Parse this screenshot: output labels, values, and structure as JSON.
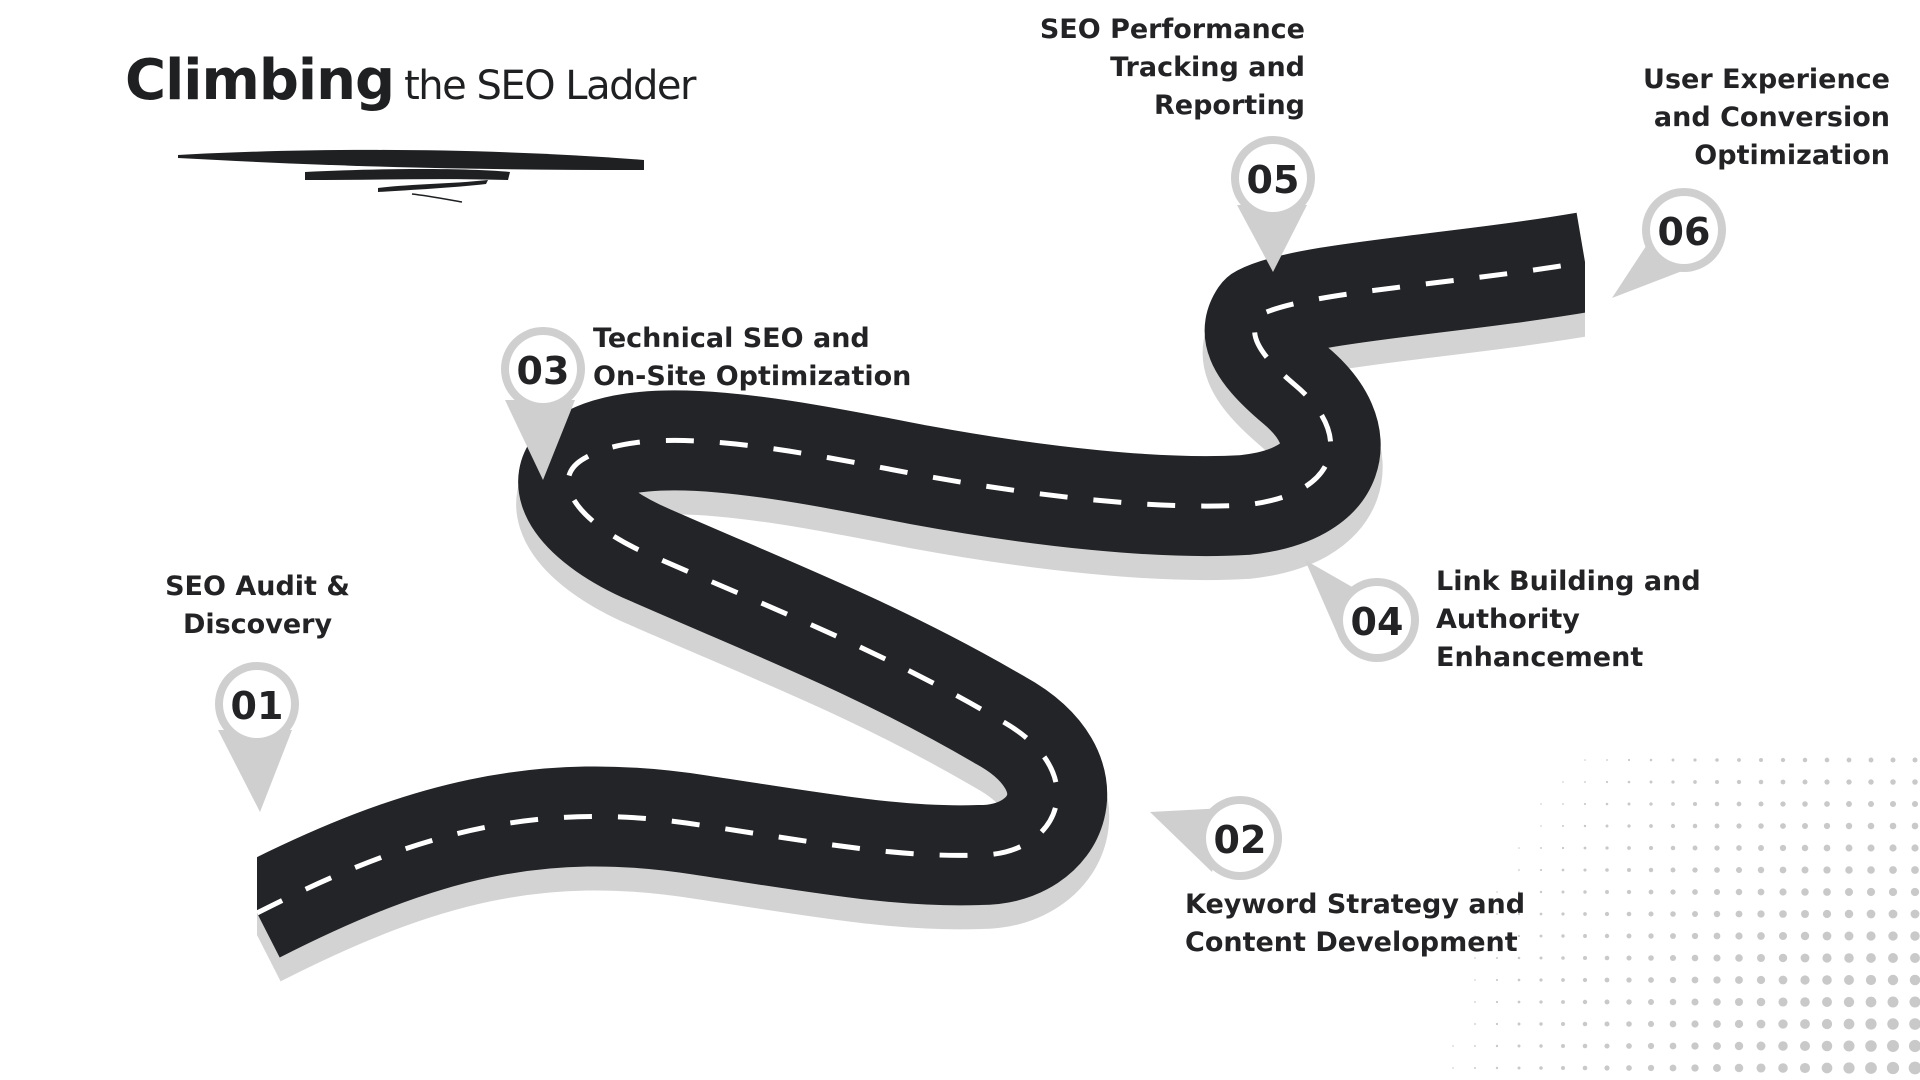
{
  "title": {
    "bold": "Climbing",
    "light": "the SEO Ladder"
  },
  "colors": {
    "road": "#232427",
    "road_shadow": "#d3d3d3",
    "lane_marking": "#ffffff",
    "pin": "#cfcfcf",
    "text": "#232326",
    "dots": "#c9c9c9"
  },
  "steps": [
    {
      "number": "01",
      "lines": [
        "SEO Audit &",
        "Discovery"
      ]
    },
    {
      "number": "02",
      "lines": [
        "Keyword Strategy and",
        "Content Development"
      ]
    },
    {
      "number": "03",
      "lines": [
        "Technical SEO and",
        "On-Site Optimization"
      ]
    },
    {
      "number": "04",
      "lines": [
        "Link Building and",
        "Authority",
        "Enhancement"
      ]
    },
    {
      "number": "05",
      "lines": [
        "SEO Performance",
        "Tracking and",
        "Reporting"
      ]
    },
    {
      "number": "06",
      "lines": [
        "User Experience",
        "and Conversion",
        "Optimization"
      ]
    }
  ]
}
